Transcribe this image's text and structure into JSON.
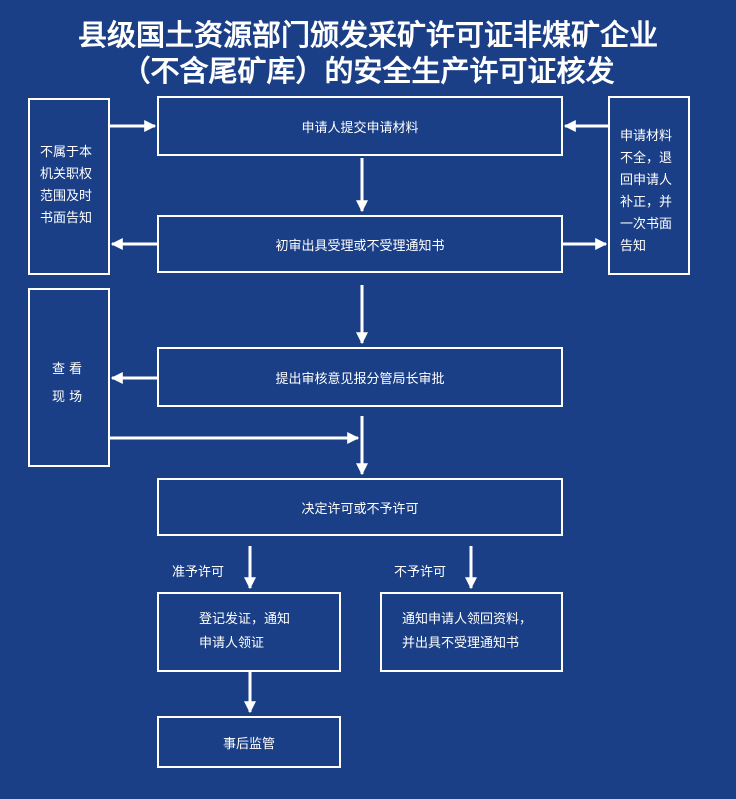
{
  "title": {
    "line1": "县级国土资源部门颁发采矿许可证非煤矿企业",
    "line2": "（不含尾矿库）的安全生产许可证核发"
  },
  "nodes": {
    "submit": "申请人提交申请材料",
    "initial_review": "初审出具受理或不受理通知书",
    "report_approval": "提出审核意见报分管局长审批",
    "decision": "决定许可或不予许可",
    "register": "登记发证，通知\n申请人领证",
    "reject_notice": "通知申请人领回资料，\n并出具不受理通知书",
    "supervision": "事后监管"
  },
  "side_boxes": {
    "out_of_scope": "不属于本\n机关职权\n范围及时\n书面告知",
    "incomplete": "申请材料\n不全，退\n回申请人\n补正，并\n一次书面\n告知",
    "site_visit": "查 看\n现 场"
  },
  "labels": {
    "grant": "准予许可",
    "deny": "不予许可"
  }
}
